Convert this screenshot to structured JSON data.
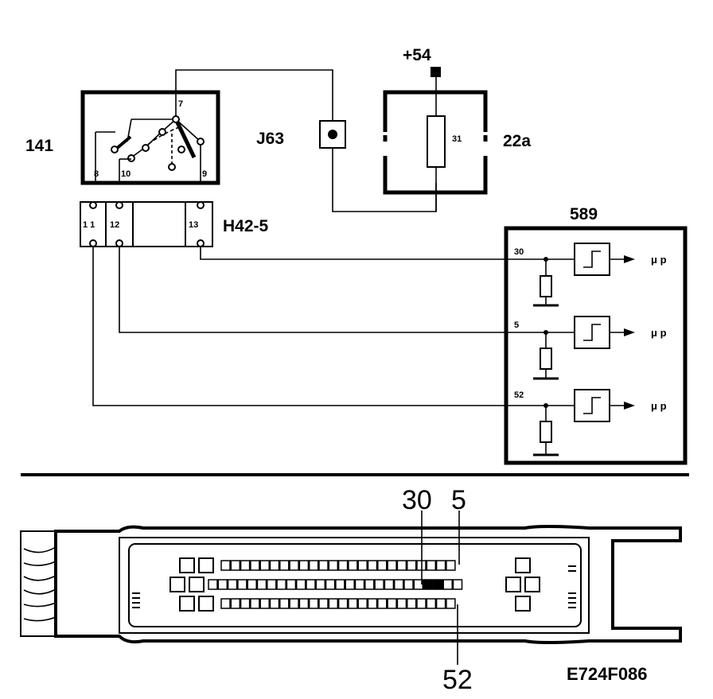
{
  "labels": {
    "supply": "+54",
    "switch_ref": "141",
    "fuse_ref": "J63",
    "relay_ref": "22a",
    "relay_pin": "31",
    "connector_ref": "H42-5",
    "ecu_ref": "589",
    "figure_code": "E724F086"
  },
  "switch_pins": [
    "7",
    "8",
    "10",
    "9"
  ],
  "connector_pins": [
    "1 1",
    "12",
    "13"
  ],
  "ecu_inputs": [
    {
      "pin": "30",
      "output": "μ p"
    },
    {
      "pin": "5",
      "output": "μ p"
    },
    {
      "pin": "52",
      "output": "μ p"
    }
  ],
  "ecu_connector_callouts": {
    "top": [
      "30",
      "5"
    ],
    "bottom": "52"
  }
}
